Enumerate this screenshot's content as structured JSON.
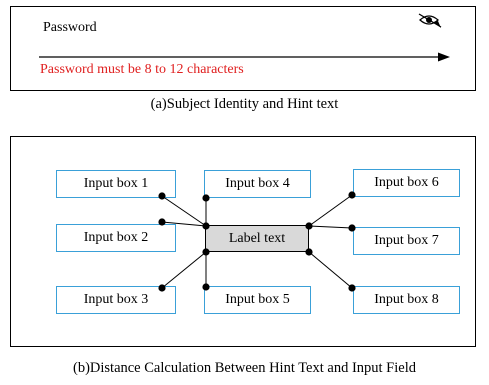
{
  "panel_a": {
    "password_label": "Password",
    "hint_text": "Password must be 8 to 12 characters",
    "hint_color": "#e02020",
    "icon": "eye-slash-icon",
    "caption": "(a)Subject Identity and Hint text"
  },
  "panel_b": {
    "label_box": "Label text",
    "label_fill": "#d9d9d9",
    "input_border_color": "#3aa0d8",
    "input_boxes": [
      "Input box 1",
      "Input box 2",
      "Input box 3",
      "Input box 4",
      "Input box 5",
      "Input box 6",
      "Input box 7",
      "Input box 8"
    ],
    "caption": "(b)Distance Calculation Between Hint Text and Input Field"
  }
}
